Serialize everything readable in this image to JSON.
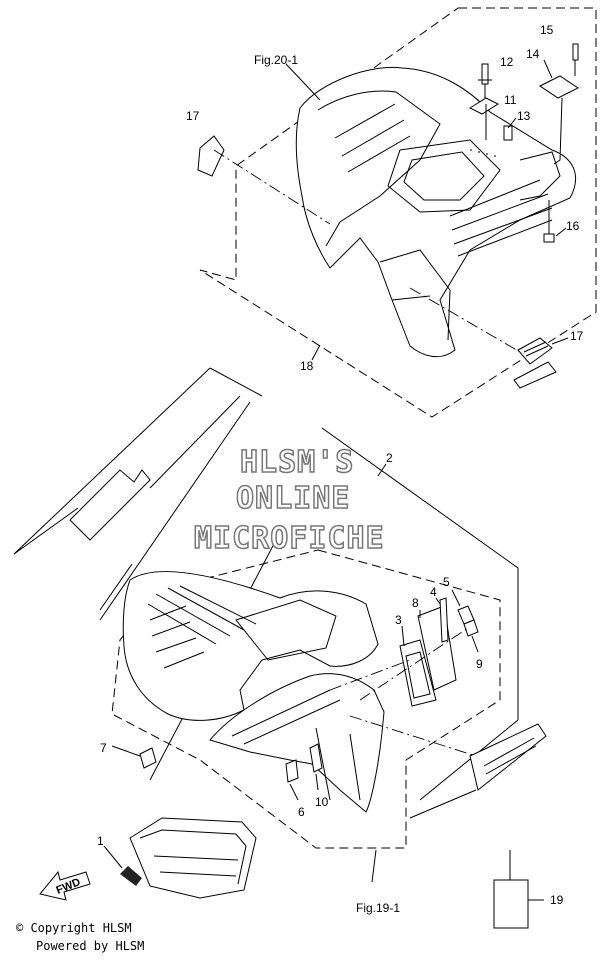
{
  "fig_refs": {
    "top": "Fig.20-1",
    "bottom": "Fig.19-1"
  },
  "callouts": {
    "c1": "1",
    "c2": "2",
    "c3": "3",
    "c4": "4",
    "c5": "5",
    "c6": "6",
    "c7": "7",
    "c8": "8",
    "c9": "9",
    "c10": "10",
    "c11": "11",
    "c12": "12",
    "c13": "13",
    "c14": "14",
    "c15": "15",
    "c16": "16",
    "c17a": "17",
    "c17b": "17",
    "c18": "18",
    "c19": "19"
  },
  "watermark": {
    "line1": "HLSM'S",
    "line2": "ONLINE",
    "line3": "MICROFICHE"
  },
  "fwd_label": "FWD",
  "footer": {
    "copyright": "© Copyright HLSM",
    "powered": "Powered by HLSM"
  }
}
